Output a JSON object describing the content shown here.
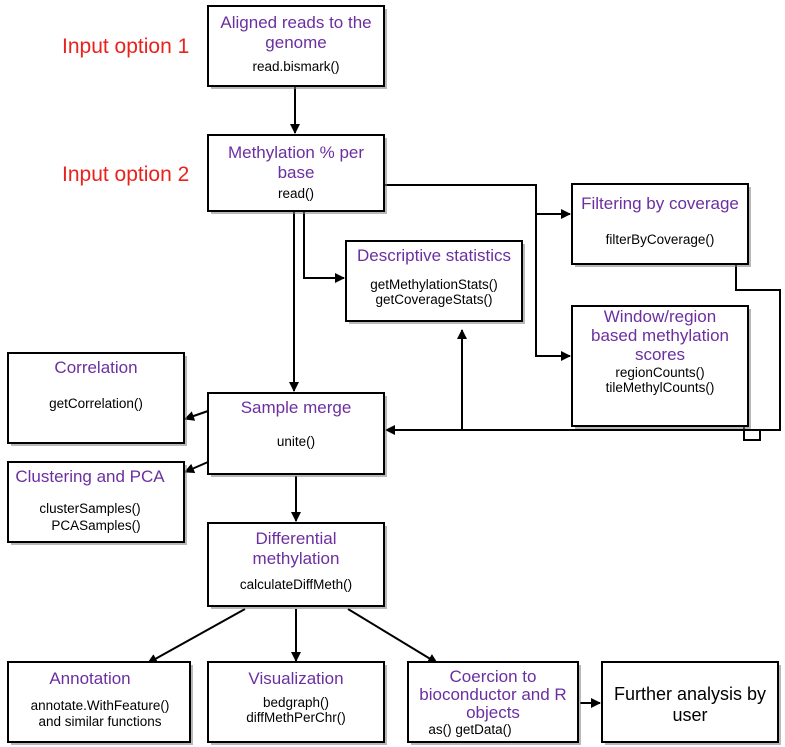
{
  "input_labels": {
    "option1": "Input option 1",
    "option2": "Input option 2"
  },
  "nodes": {
    "aligned": {
      "title": [
        "Aligned reads to the",
        "genome"
      ],
      "functions": [
        "read.bismark()"
      ]
    },
    "methylation": {
      "title": [
        "Methylation % per",
        "base"
      ],
      "functions": [
        "read()"
      ]
    },
    "filtering": {
      "title": [
        "Filtering by coverage"
      ],
      "functions": [
        "filterByCoverage()"
      ]
    },
    "descriptive": {
      "title": [
        "Descriptive statistics"
      ],
      "functions": [
        "getMethylationStats()",
        "getCoverageStats()"
      ]
    },
    "window": {
      "title": [
        "Window/region",
        "based methylation",
        "scores"
      ],
      "functions": [
        "regionCounts()",
        "tileMethylCounts()"
      ]
    },
    "correlation": {
      "title": [
        "Correlation"
      ],
      "functions": [
        "getCorrelation()"
      ]
    },
    "merge": {
      "title": [
        "Sample merge"
      ],
      "functions": [
        "unite()"
      ]
    },
    "clustering": {
      "title": [
        "Clustering and PCA"
      ],
      "functions": [
        "clusterSamples()",
        "PCASamples()"
      ]
    },
    "diffmeth": {
      "title": [
        "Differential",
        "methylation"
      ],
      "functions": [
        "calculateDiffMeth()"
      ]
    },
    "annotation": {
      "title": [
        "Annotation"
      ],
      "functions": [
        "annotate.WithFeature()",
        "and similar functions"
      ]
    },
    "visualization": {
      "title": [
        "Visualization"
      ],
      "functions": [
        "bedgraph()",
        "diffMethPerChr()"
      ]
    },
    "coercion": {
      "title": [
        "Coercion to",
        "bioconductor and R",
        "objects"
      ],
      "functions": [
        "as()  getData()"
      ]
    },
    "further": {
      "title": [
        "Further analysis by",
        "user"
      ],
      "functions": []
    }
  },
  "colors": {
    "title": "#6b2fa0",
    "input_label": "#e8231c",
    "line": "#000000"
  }
}
